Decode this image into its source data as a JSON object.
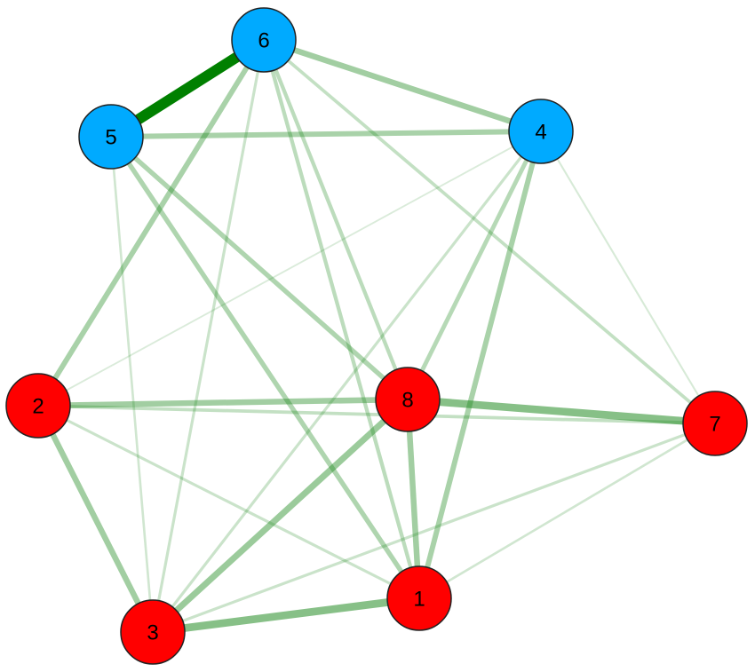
{
  "colors": {
    "group_blue": "#00aaff",
    "group_red": "#ff0000",
    "edge": "#228b22",
    "edge_strong": "#008000",
    "node_outline": "#222222"
  },
  "nodes": [
    {
      "id": "1",
      "group": "red"
    },
    {
      "id": "2",
      "group": "red"
    },
    {
      "id": "3",
      "group": "red"
    },
    {
      "id": "4",
      "group": "blue"
    },
    {
      "id": "5",
      "group": "blue"
    },
    {
      "id": "6",
      "group": "blue"
    },
    {
      "id": "7",
      "group": "red"
    },
    {
      "id": "8",
      "group": "red"
    }
  ],
  "edges": [
    {
      "source": "5",
      "target": "6",
      "strength": 1.0
    },
    {
      "source": "3",
      "target": "1",
      "strength": 0.7
    },
    {
      "source": "8",
      "target": "7",
      "strength": 0.7
    },
    {
      "source": "3",
      "target": "8",
      "strength": 0.55
    },
    {
      "source": "2",
      "target": "8",
      "strength": 0.5
    },
    {
      "source": "2",
      "target": "3",
      "strength": 0.5
    },
    {
      "source": "6",
      "target": "4",
      "strength": 0.5
    },
    {
      "source": "8",
      "target": "1",
      "strength": 0.5
    },
    {
      "source": "4",
      "target": "1",
      "strength": 0.45
    },
    {
      "source": "5",
      "target": "4",
      "strength": 0.45
    },
    {
      "source": "6",
      "target": "2",
      "strength": 0.45
    },
    {
      "source": "5",
      "target": "8",
      "strength": 0.4
    },
    {
      "source": "5",
      "target": "1",
      "strength": 0.4
    },
    {
      "source": "4",
      "target": "8",
      "strength": 0.35
    },
    {
      "source": "6",
      "target": "1",
      "strength": 0.3
    },
    {
      "source": "6",
      "target": "8",
      "strength": 0.3
    },
    {
      "source": "6",
      "target": "7",
      "strength": 0.25
    },
    {
      "source": "2",
      "target": "7",
      "strength": 0.25
    },
    {
      "source": "6",
      "target": "3",
      "strength": 0.2
    },
    {
      "source": "4",
      "target": "3",
      "strength": 0.2
    },
    {
      "source": "2",
      "target": "1",
      "strength": 0.2
    },
    {
      "source": "3",
      "target": "7",
      "strength": 0.2
    },
    {
      "source": "1",
      "target": "7",
      "strength": 0.15
    },
    {
      "source": "5",
      "target": "3",
      "strength": 0.15
    },
    {
      "source": "4",
      "target": "7",
      "strength": 0.1
    },
    {
      "source": "4",
      "target": "2",
      "strength": 0.08
    }
  ]
}
